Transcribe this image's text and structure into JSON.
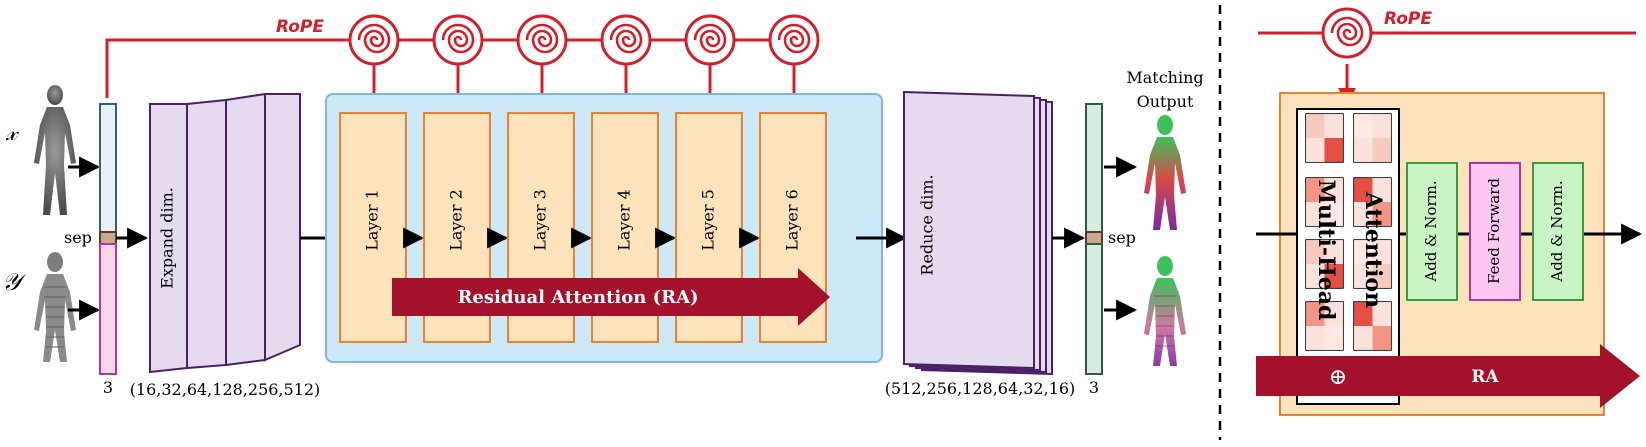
{
  "rope_label": "RoPE",
  "input_labels": {
    "x": "𝓍",
    "y": "𝒴"
  },
  "sep_label": "sep",
  "input_dim": "3",
  "output_dim": "3",
  "expand": {
    "label": "Expand dim.",
    "dims": "(16,32,64,128,256,512)"
  },
  "layers": [
    "Layer 1",
    "Layer 2",
    "Layer 3",
    "Layer 4",
    "Layer 5",
    "Layer 6"
  ],
  "ra_banner": "Residual Attention (RA)",
  "reduce": {
    "label": "Reduce dim.",
    "dims": "(512,256,128,64,32,16)"
  },
  "output_title": [
    "Matching",
    "Output"
  ],
  "detail": {
    "mha_label": [
      "Multi-Head",
      "Attention"
    ],
    "add_norm_1": "Add & Norm.",
    "feed_forward": "Feed Forward",
    "add_norm_2": "Add & Norm.",
    "ra_label": "RA",
    "plus_symbol": "⊕"
  },
  "colors": {
    "rope_red": "#d0202a",
    "ra_dark_red": "#a3122a",
    "layer_fill": "#fde3bc",
    "layer_stroke": "#e9832f",
    "encoder_bg": "#cde9f7",
    "encoder_stroke": "#7fb5e6",
    "purple_fill": "#e6dbee",
    "purple_stroke": "#4a1f66",
    "green_fill": "#c9f5c6",
    "green_stroke": "#3b9a3b",
    "pink_fill": "#fbc8f3",
    "pink_stroke": "#b3369c",
    "orange_bg": "#fde3bc"
  }
}
